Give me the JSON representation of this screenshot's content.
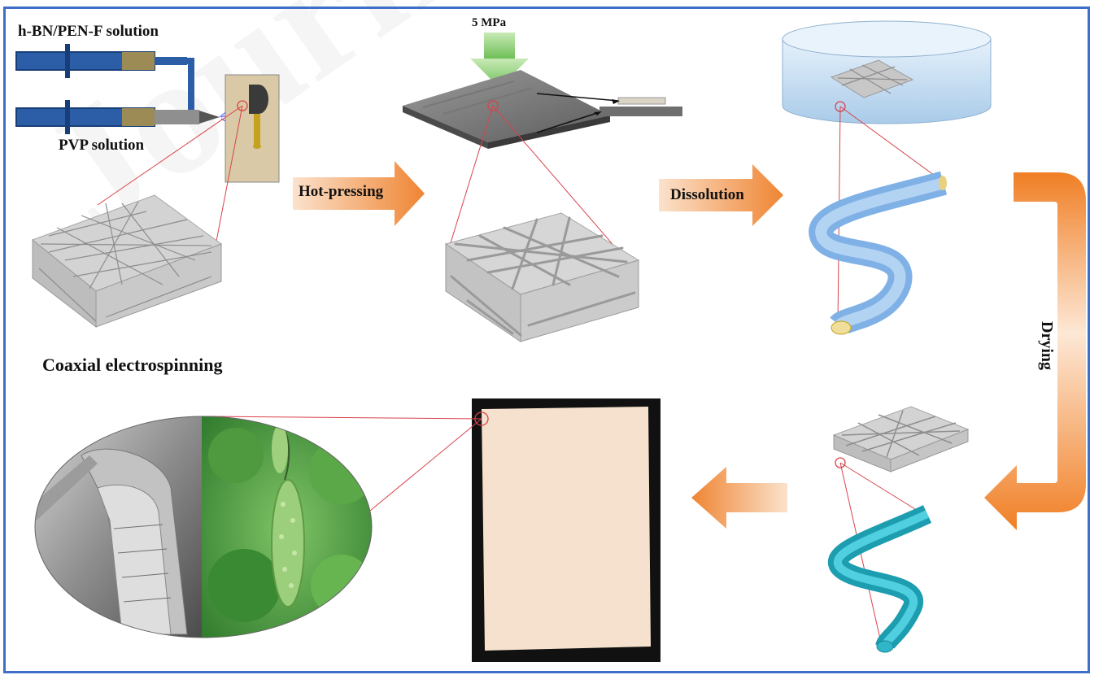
{
  "labels": {
    "hbn_solution": "h-BN/PEN-F solution",
    "pvp_solution": "PVP solution",
    "coaxial": "Coaxial electrospinning",
    "pressure": "5 MPa",
    "hot_pressing": "Hot-pressing",
    "dissolution": "Dissolution",
    "drying": "Drying"
  },
  "watermark": "Journ",
  "colors": {
    "frame": "#3e6ec8",
    "arrow_orange": "#f08a3a",
    "arrow_light": "#fbd9bd",
    "leader_line": "#d9434b",
    "fiber_gray": "#bdbdbd",
    "pvp_fiber_blue": "#9dc4ee",
    "final_fiber_teal": "#2fb6c8",
    "film_cream": "#f6e2cf",
    "press_green": "#92cf7c",
    "syringe_blue": "#2c5ea8"
  }
}
